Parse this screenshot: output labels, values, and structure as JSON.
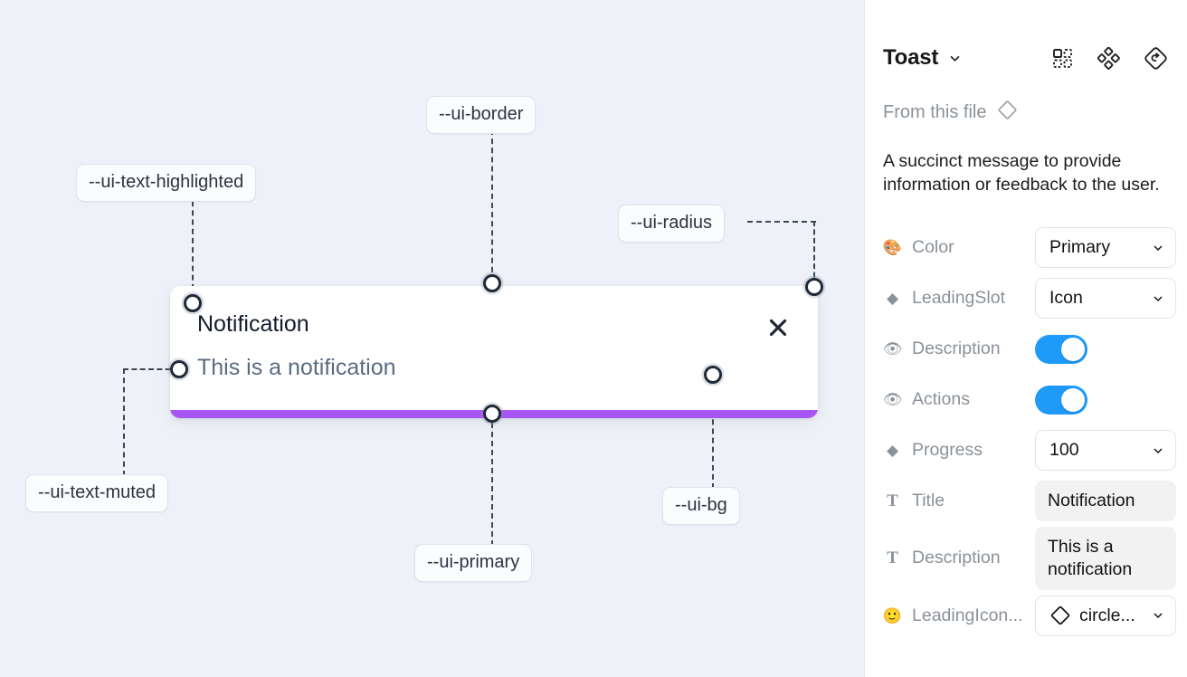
{
  "canvas": {
    "background_color": "#eef1f7",
    "annotations": [
      {
        "id": "text-highlighted",
        "label": "--ui-text-highlighted"
      },
      {
        "id": "border",
        "label": "--ui-border"
      },
      {
        "id": "radius",
        "label": "--ui-radius"
      },
      {
        "id": "text-muted",
        "label": "--ui-text-muted"
      },
      {
        "id": "primary",
        "label": "--ui-primary"
      },
      {
        "id": "bg",
        "label": "--ui-bg"
      }
    ],
    "toast": {
      "title": "Notification",
      "description": "This is a notification",
      "close_icon": "close-icon",
      "progress_color": "#a855f7",
      "background_color": "#ffffff"
    }
  },
  "panel": {
    "title": "Toast",
    "title_caret_icon": "chevron-down-icon",
    "header_icons": [
      {
        "name": "component-grid-icon"
      },
      {
        "name": "variants-cluster-icon"
      },
      {
        "name": "reset-diamond-icon"
      }
    ],
    "from_this_file": {
      "label": "From this file",
      "icon": "diamond-icon"
    },
    "component_description": "A succinct message to provide information or feedback to the user.",
    "properties": [
      {
        "icon": "palette-emoji",
        "glyph": "🎨",
        "label": "Color",
        "control": "select",
        "value": "Primary"
      },
      {
        "icon": "diamond-glyph",
        "glyph": "◆",
        "label": "LeadingSlot",
        "control": "select",
        "value": "Icon"
      },
      {
        "icon": "eye-emoji",
        "glyph": "👁",
        "label": "Description",
        "control": "toggle",
        "value": "on"
      },
      {
        "icon": "eye-emoji",
        "glyph": "👁",
        "label": "Actions",
        "control": "toggle",
        "value": "on"
      },
      {
        "icon": "diamond-glyph",
        "glyph": "◆",
        "label": "Progress",
        "control": "select",
        "value": "100"
      },
      {
        "icon": "text-glyph",
        "glyph": "T",
        "label": "Title",
        "control": "text",
        "value": "Notification"
      },
      {
        "icon": "text-glyph",
        "glyph": "T",
        "label": "Description",
        "control": "text",
        "value": "This is a notification"
      },
      {
        "icon": "smiley-emoji",
        "glyph": "🙂",
        "label": "LeadingIcon...",
        "control": "icon-select",
        "value": "circle..."
      }
    ],
    "toggle_on_color": "#1e9bfa"
  }
}
